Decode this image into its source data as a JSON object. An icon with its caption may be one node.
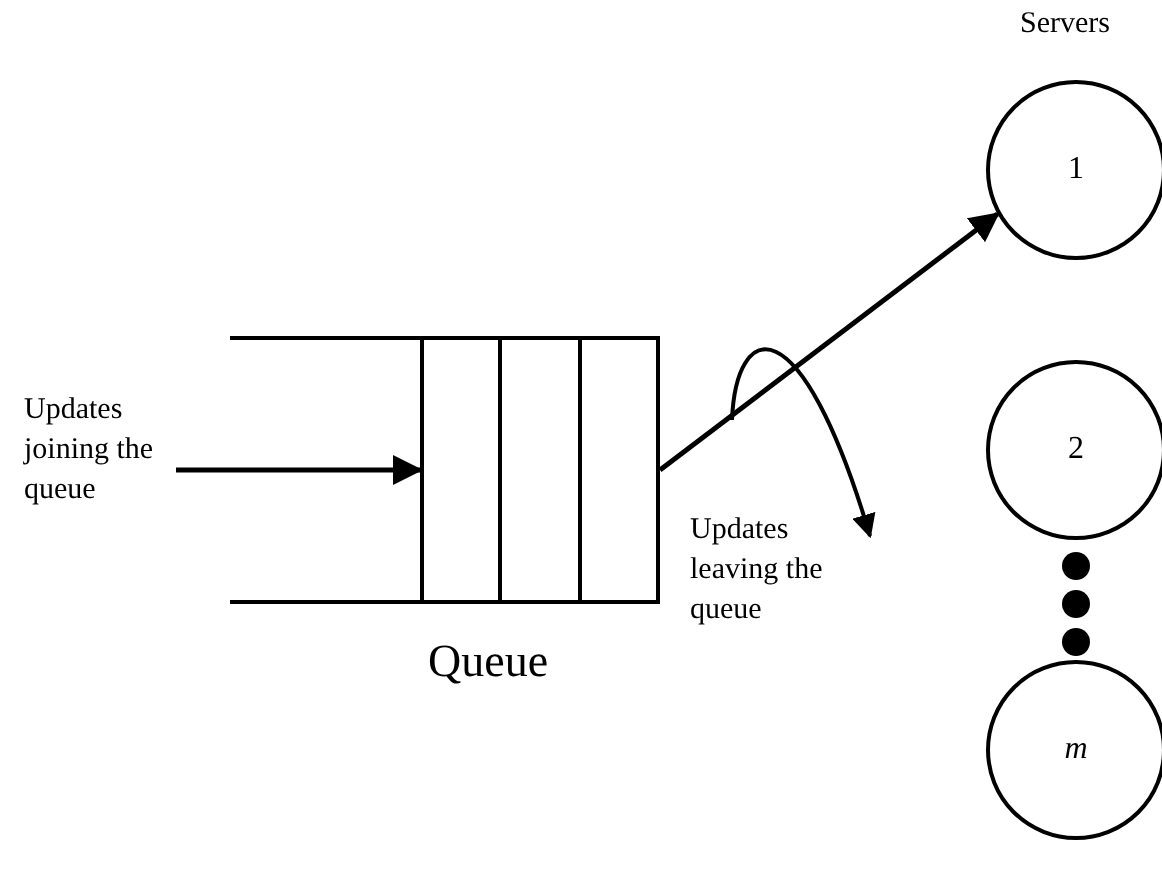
{
  "diagram": {
    "nodes": [
      {
        "text": [
          "Updates joining the queue"
        ]
      },
      {
        "text": [
          "Queue"
        ]
      },
      {
        "text": [
          "1"
        ]
      },
      {
        "text": [
          "2"
        ]
      },
      {
        "text": [
          "m"
        ]
      }
    ],
    "edges": [
      {
        "from": 0,
        "to": 1,
        "arrow": "to"
      },
      {
        "from": 1,
        "to": 2,
        "arrow": "to"
      }
    ],
    "labels": [
      "Servers",
      "Updates leaving the queue"
    ]
  }
}
